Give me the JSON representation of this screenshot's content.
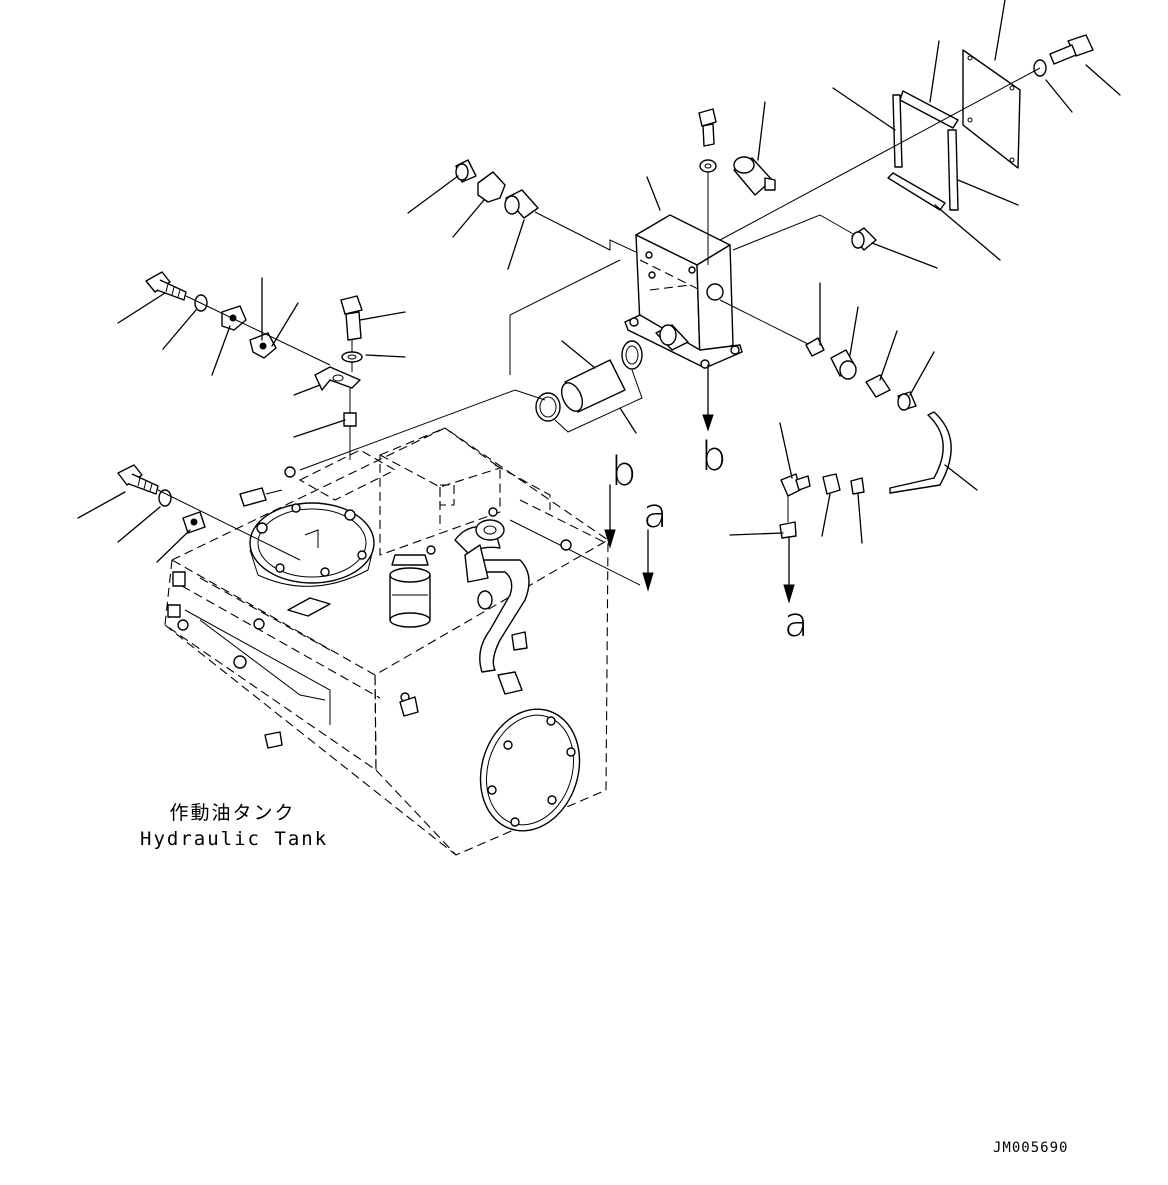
{
  "drawing": {
    "caption_jp": "作動油タンク",
    "caption_en": "Hydraulic Tank",
    "drawing_code": "JM005690",
    "ref_labels": {
      "b_lower": "b",
      "b_upper": "b",
      "a_upper": "a",
      "a_lower": "a"
    }
  }
}
